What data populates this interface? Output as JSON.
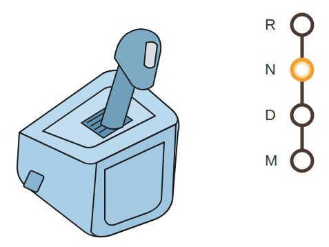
{
  "diagram": {
    "nodes": [
      {
        "text": [
          "R"
        ]
      },
      {
        "text": [
          "N"
        ]
      },
      {
        "text": [
          "D"
        ]
      },
      {
        "text": [
          "M"
        ]
      }
    ],
    "edges": [
      {
        "from": 0,
        "to": 1,
        "arrow": "none"
      },
      {
        "from": 1,
        "to": 2,
        "arrow": "none"
      },
      {
        "from": 2,
        "to": 3,
        "arrow": "none"
      }
    ]
  }
}
